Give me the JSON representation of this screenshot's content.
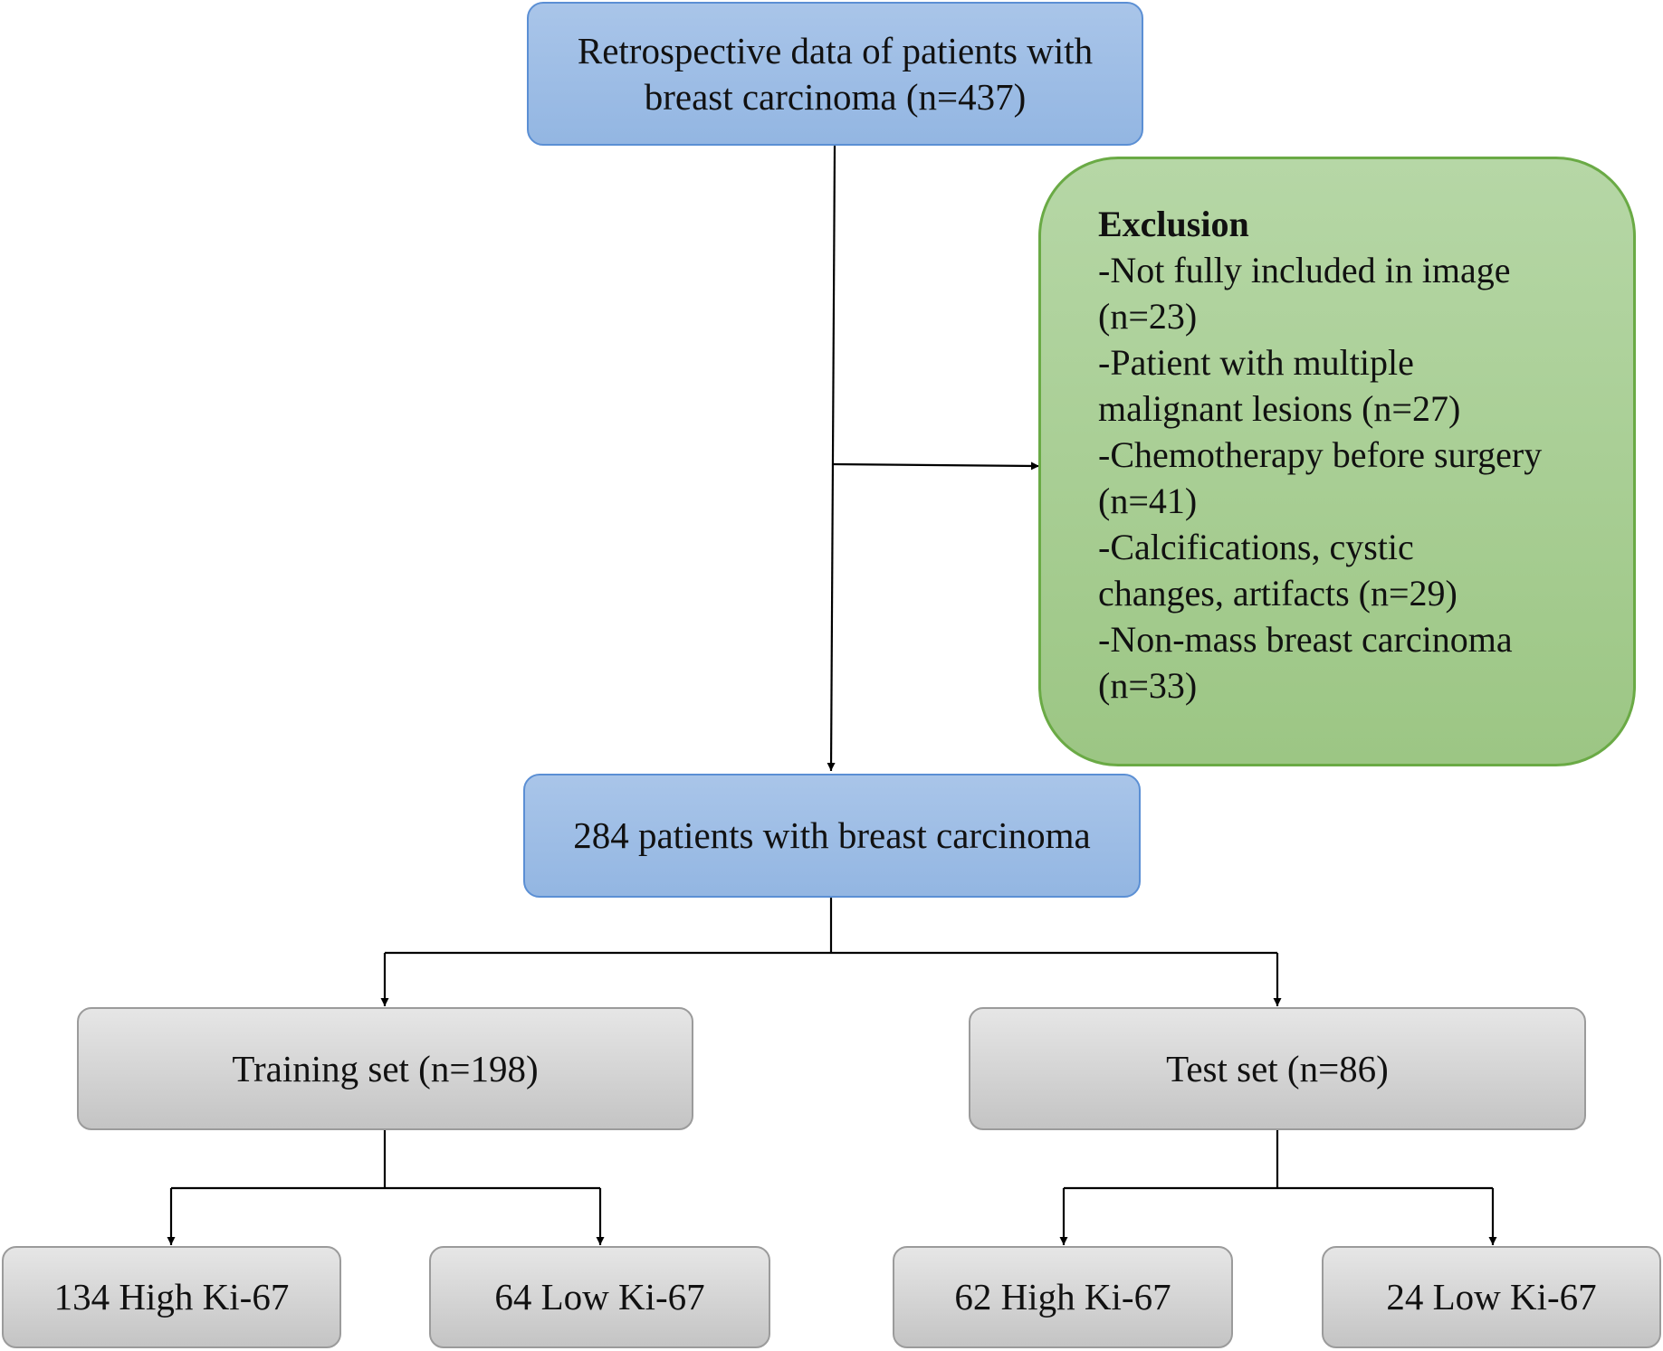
{
  "nodes": {
    "source": "Retrospective data of patients with breast carcinoma (n=437)",
    "included": "284 patients with breast carcinoma",
    "training_set": "Training set (n=198)",
    "test_set": "Test set (n=86)",
    "training_high": "134 High Ki-67",
    "training_low": "64 Low Ki-67",
    "test_high": "62 High Ki-67",
    "test_low": "24 Low Ki-67"
  },
  "exclusion": {
    "title": "Exclusion",
    "lines": [
      "-Not fully included in image",
      "(n=23)",
      "-Patient with multiple",
      "malignant lesions (n=27)",
      "-Chemotherapy before surgery",
      "(n=41)",
      "-Calcifications, cystic",
      "changes, artifacts (n=29)",
      "-Non-mass breast carcinoma",
      "(n=33)"
    ]
  },
  "colors": {
    "blue_fill": "#9dbde6",
    "blue_border": "#5b8fd4",
    "green_fill": "#a9cf95",
    "green_border": "#6aaa45",
    "gray_fill": "#d3d3d3",
    "gray_border": "#9b9b9b",
    "line": "#000000"
  }
}
